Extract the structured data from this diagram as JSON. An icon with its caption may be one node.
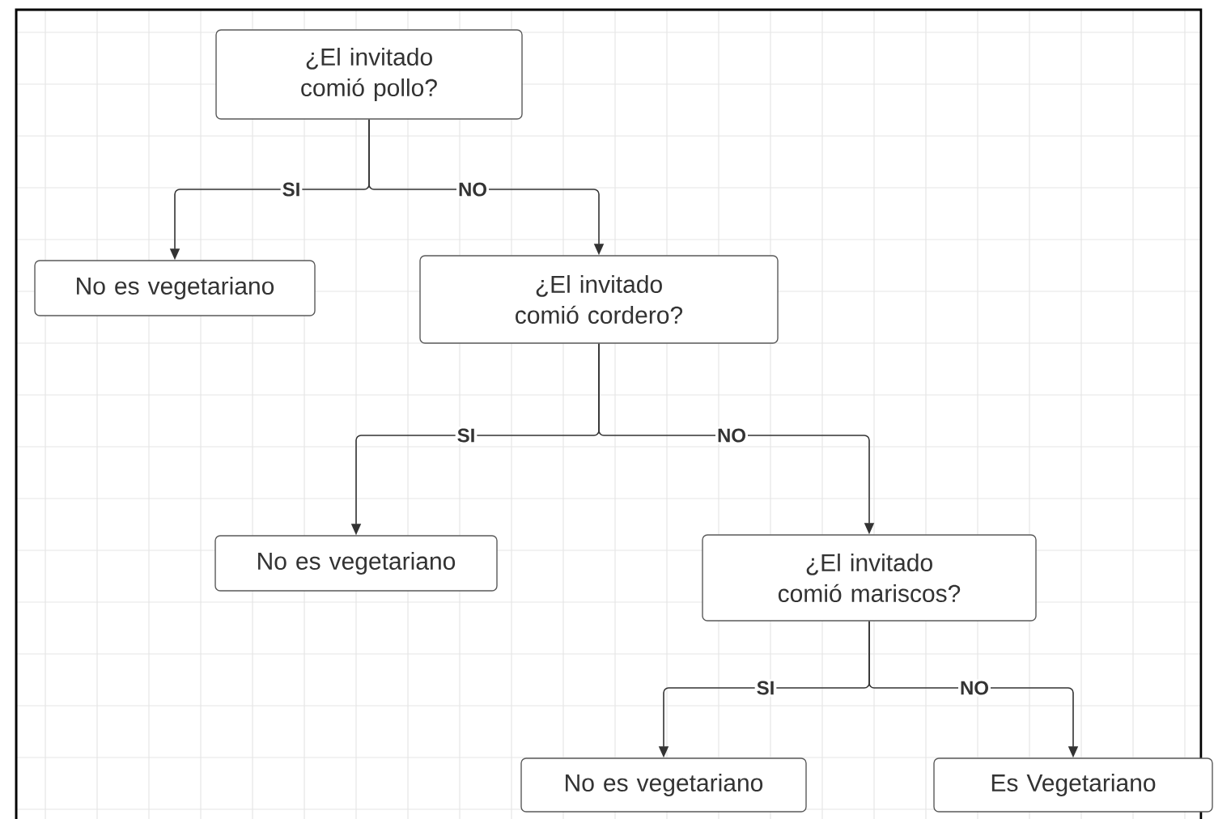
{
  "diagram": {
    "nodes": [
      {
        "text": [
          "¿El invitado comió pollo?"
        ]
      },
      {
        "text": [
          "No es vegetariano"
        ]
      },
      {
        "text": [
          "¿El invitado comió cordero?"
        ]
      },
      {
        "text": [
          "No es vegetariano"
        ]
      },
      {
        "text": [
          "¿El invitado comió mariscos?"
        ]
      },
      {
        "text": [
          "No es vegetariano"
        ]
      },
      {
        "text": [
          "Es Vegetariano"
        ]
      }
    ],
    "edges": [
      {
        "from": 0,
        "to": 1,
        "arrow": "to",
        "label": "SI"
      },
      {
        "from": 0,
        "to": 2,
        "arrow": "to",
        "label": "NO"
      },
      {
        "from": 2,
        "to": 3,
        "arrow": "to",
        "label": "SI"
      },
      {
        "from": 2,
        "to": 4,
        "arrow": "to",
        "label": "NO"
      },
      {
        "from": 4,
        "to": 5,
        "arrow": "to",
        "label": "SI"
      },
      {
        "from": 4,
        "to": 6,
        "arrow": "to",
        "label": "NO"
      }
    ]
  }
}
